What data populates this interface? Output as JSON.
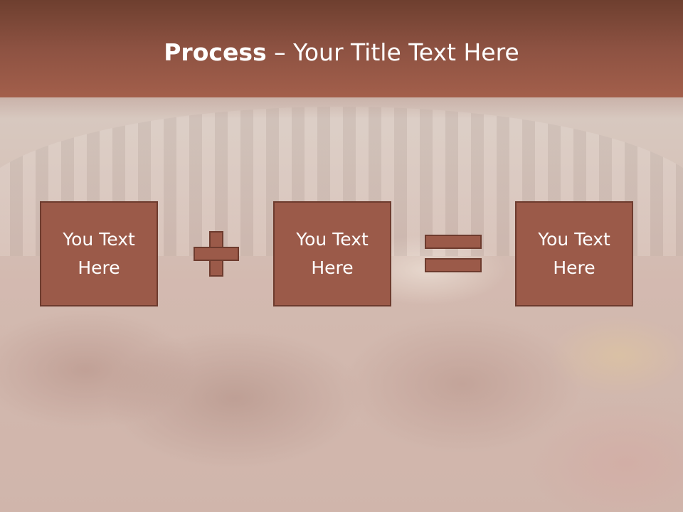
{
  "slide": {
    "title_bold": "Process",
    "title_rest": " – Your Title Text Here"
  },
  "boxes": [
    {
      "line1": "You Text",
      "line2": "Here"
    },
    {
      "line1": "You Text",
      "line2": "Here"
    },
    {
      "line1": "You Text",
      "line2": "Here"
    }
  ],
  "colors": {
    "header": "#8d5242",
    "box_fill": "#9b5a49",
    "box_border": "#6d3b2e",
    "text": "#ffffff"
  },
  "icons": {
    "operator1": "plus-icon",
    "operator2": "equals-icon"
  }
}
